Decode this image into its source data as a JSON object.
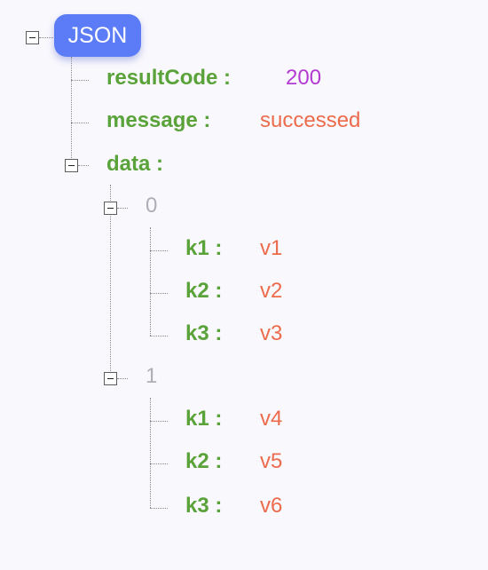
{
  "root": {
    "label": "JSON"
  },
  "nodes": {
    "resultCode": {
      "key": "resultCode :",
      "value": "200"
    },
    "message": {
      "key": "message :",
      "value": "successed"
    },
    "data": {
      "key": "data :",
      "items": [
        {
          "index": "0",
          "entries": [
            {
              "key": "k1 :",
              "value": "v1"
            },
            {
              "key": "k2 :",
              "value": "v2"
            },
            {
              "key": "k3 :",
              "value": "v3"
            }
          ]
        },
        {
          "index": "1",
          "entries": [
            {
              "key": "k1 :",
              "value": "v4"
            },
            {
              "key": "k2 :",
              "value": "v5"
            },
            {
              "key": "k3 :",
              "value": "v6"
            }
          ]
        }
      ]
    }
  },
  "colors": {
    "key": "#5aa23a",
    "number": "#b33ad3",
    "string": "#ec6b4d",
    "index": "#aeaeb6",
    "root_badge": "#5b7cf6"
  }
}
